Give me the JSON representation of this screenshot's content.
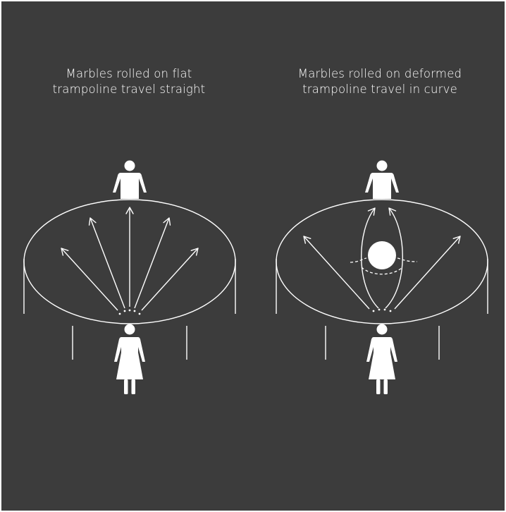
{
  "colors": {
    "background": "#3c3c3c",
    "ink": "#ffffff"
  },
  "panels": [
    {
      "caption_line1": "Marbles rolled on flat",
      "caption_line2": "trampoline travel straight"
    },
    {
      "caption_line1": "Marbles rolled on deformed",
      "caption_line2": "trampoline travel in curve"
    }
  ],
  "icons": [
    "person-icon",
    "marble-icon",
    "arrow-icon"
  ]
}
